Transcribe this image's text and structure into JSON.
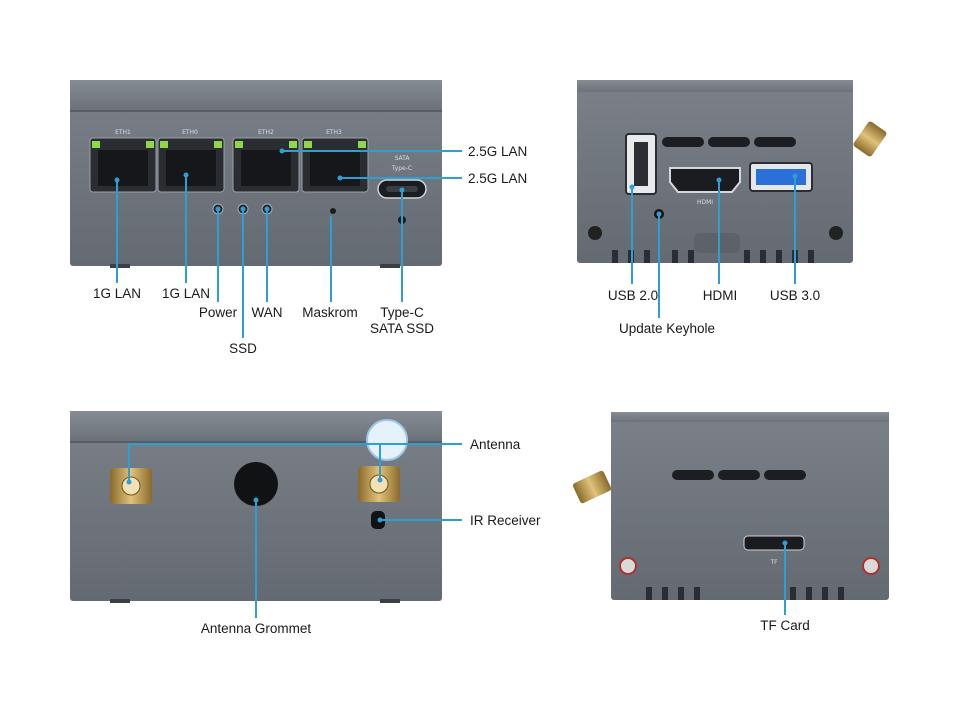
{
  "colors": {
    "callout": "#2f9fd3",
    "chassis": "#6f757c",
    "chassis_dark": "#4f545a",
    "port_dark": "#1d1f22",
    "led_green": "#7cd43a",
    "usb3_blue": "#2b6fd8"
  },
  "port_silkscreen": {
    "eth1": "ETH1",
    "eth0": "ETH0",
    "eth2": "ETH2",
    "eth3": "ETH3",
    "sata": "SATA",
    "typec": "Type-C",
    "hdmi": "HDMI",
    "tf": "TF"
  },
  "front_panel": {
    "lan_25_upper": "2.5G LAN",
    "lan_25_lower": "2.5G LAN",
    "lan_1g_a": "1G LAN",
    "lan_1g_b": "1G LAN",
    "power": "Power",
    "wan": "WAN",
    "ssd": "SSD",
    "maskrom": "Maskrom",
    "typec_line1": "Type-C",
    "typec_line2": "SATA SSD"
  },
  "side_io": {
    "usb2": "USB 2.0",
    "hdmi": "HDMI",
    "usb3": "USB 3.0",
    "keyhole": "Update Keyhole"
  },
  "rear_panel": {
    "antenna": "Antenna",
    "ir": "IR Receiver",
    "grommet": "Antenna Grommet"
  },
  "side_tf": {
    "tf_card": "TF Card"
  }
}
